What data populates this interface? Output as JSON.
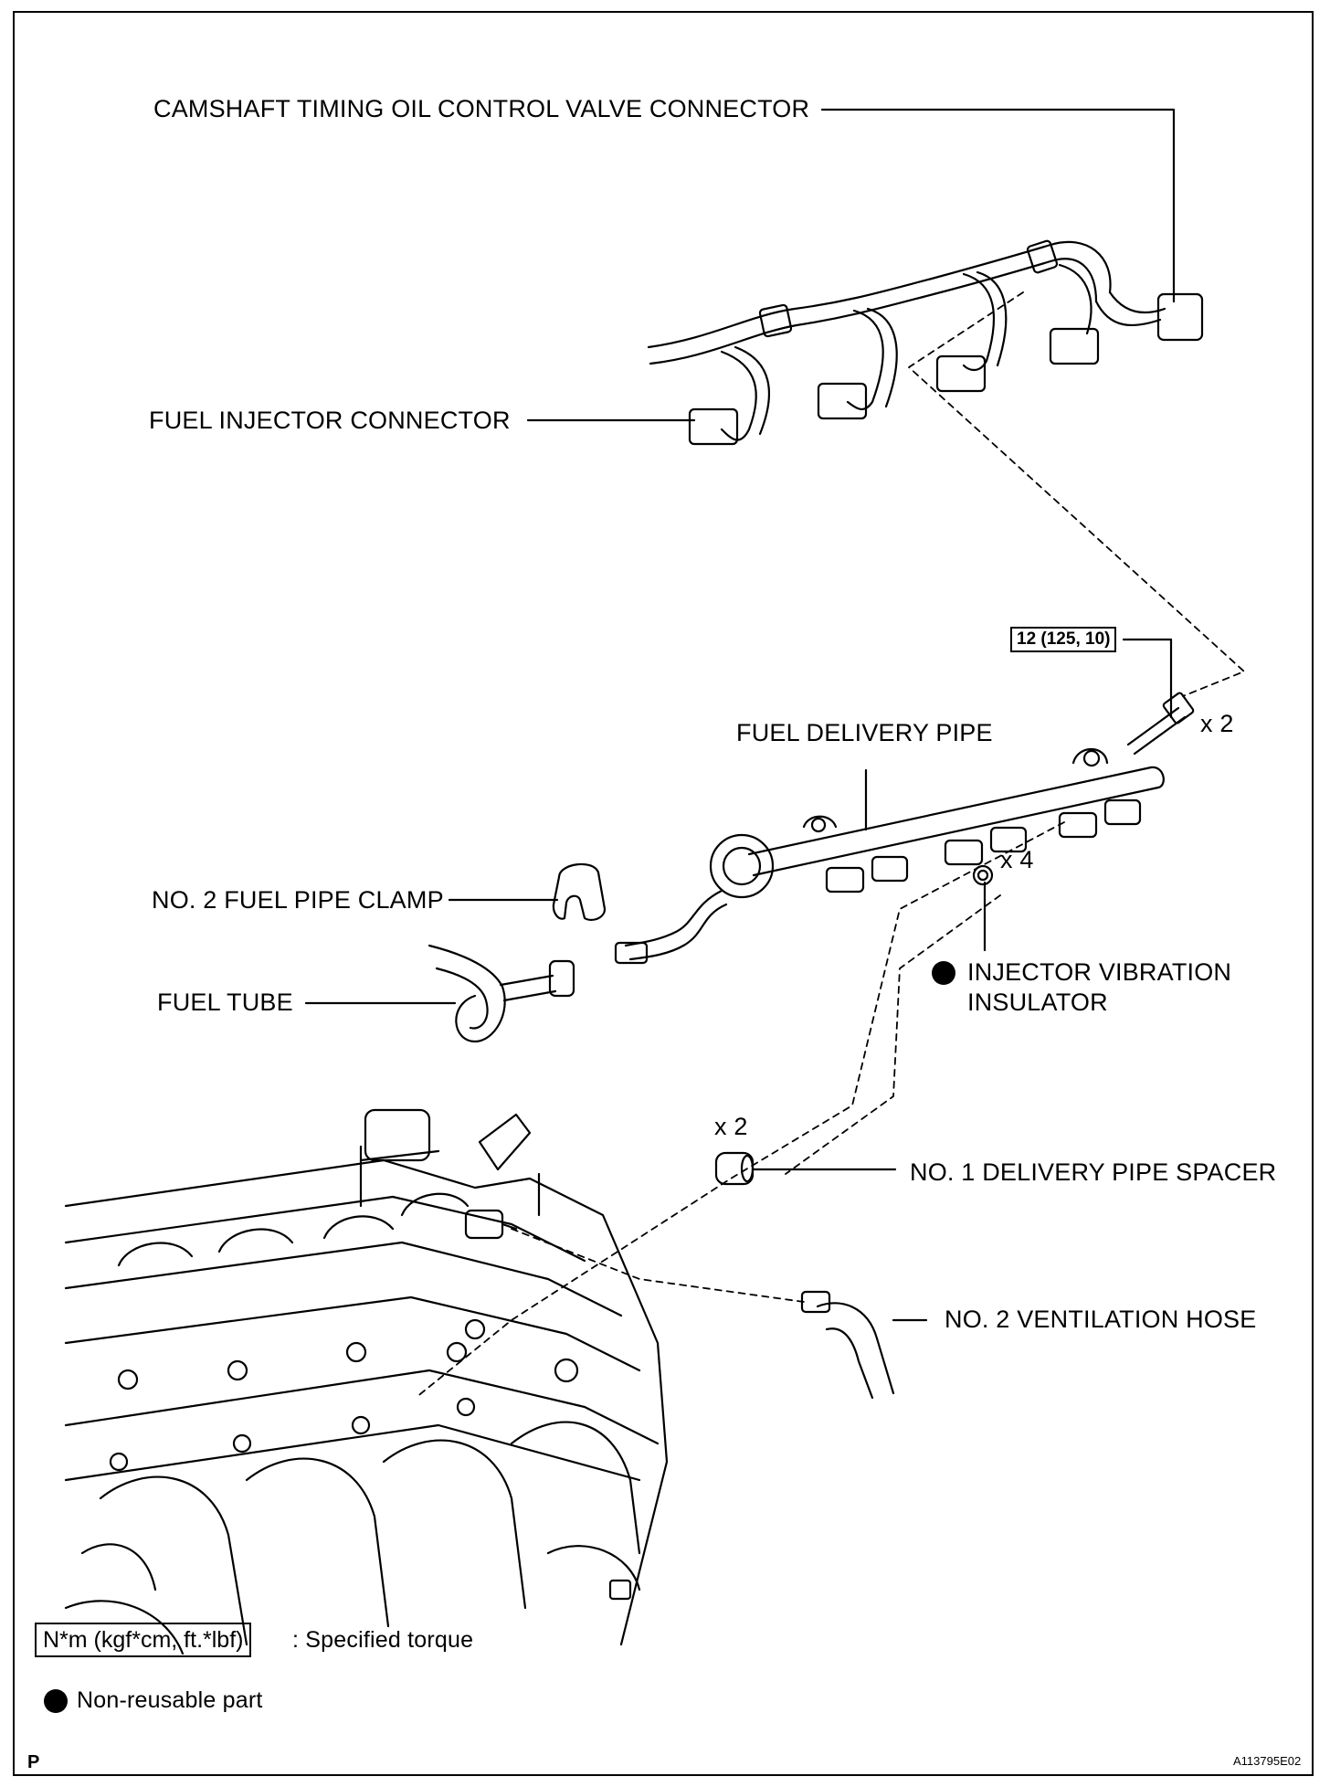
{
  "labels": {
    "camshaft": "CAMSHAFT TIMING OIL CONTROL VALVE CONNECTOR",
    "injector_connector": "FUEL INJECTOR CONNECTOR",
    "torque_value": "12 (125, 10)",
    "bolt_qty": "x 2",
    "delivery_pipe": "FUEL DELIVERY PIPE",
    "pipe_clamp": "NO. 2 FUEL PIPE CLAMP",
    "insulator_qty": "x 4",
    "insulator_line1": "INJECTOR VIBRATION",
    "insulator_line2": "INSULATOR",
    "fuel_tube": "FUEL TUBE",
    "spacer_qty": "x 2",
    "spacer": "NO. 1 DELIVERY PIPE SPACER",
    "ventilation_hose": "NO. 2 VENTILATION HOSE"
  },
  "legend": {
    "torque_box": "N*m (kgf*cm, ft.*lbf)",
    "torque_text": ": Specified torque",
    "nonreusable_text": "Non-reusable part"
  },
  "footer": {
    "left": "P",
    "right": "A113795E02"
  },
  "colors": {
    "ink": "#000000",
    "paper": "#ffffff"
  }
}
